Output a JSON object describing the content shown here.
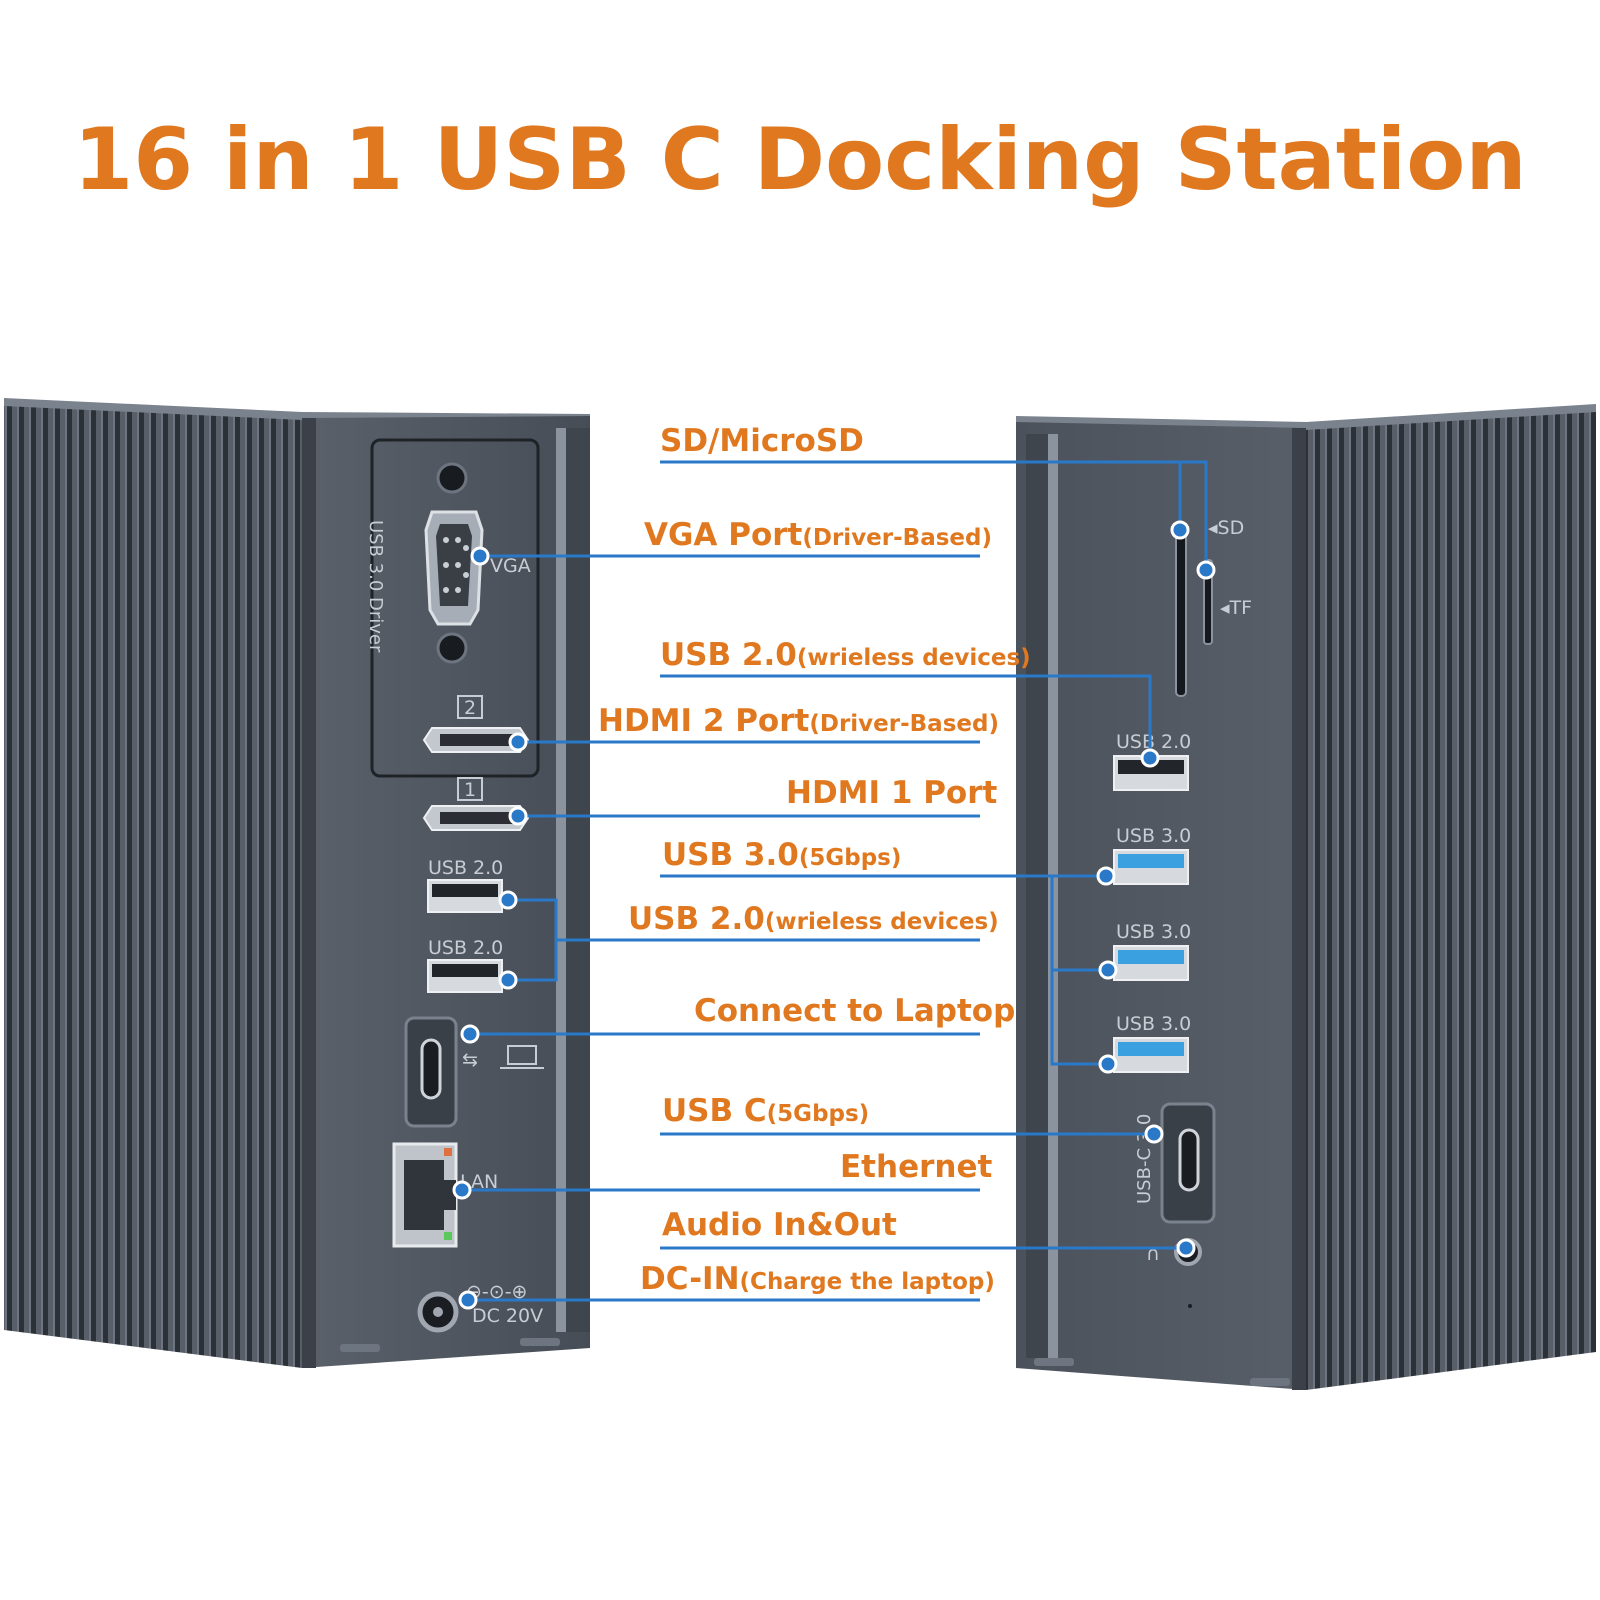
{
  "title": "16 in 1 USB C Docking Station",
  "colors": {
    "accent": "#e0781f",
    "leader": "#2a78c8",
    "body": "#4a5058",
    "usb3": "#3aa0e0"
  },
  "labels": {
    "sd": {
      "main": "SD/MicroSD",
      "sub": ""
    },
    "vga": {
      "main": "VGA Port",
      "sub": "(Driver-Based)"
    },
    "usb20_r": {
      "main": "USB 2.0",
      "sub": "(wrieless devices)"
    },
    "hdmi2": {
      "main": "HDMI 2 Port",
      "sub": "(Driver-Based)"
    },
    "hdmi1": {
      "main": "HDMI 1 Port",
      "sub": ""
    },
    "usb30": {
      "main": "USB 3.0",
      "sub": "(5Gbps)"
    },
    "usb20_l": {
      "main": "USB 2.0",
      "sub": "(wrieless devices)"
    },
    "laptop": {
      "main": "Connect to Laptop",
      "sub": ""
    },
    "usbc": {
      "main": "USB C",
      "sub": "(5Gbps)"
    },
    "ethernet": {
      "main": "Ethernet",
      "sub": ""
    },
    "audio": {
      "main": "Audio In&Out",
      "sub": ""
    },
    "dcin": {
      "main": "DC-IN",
      "sub": "(Charge the laptop)"
    }
  },
  "device_marks": {
    "driver_box": "USB 3.0 Driver",
    "vga": "VGA",
    "hdmi2_num": "2",
    "hdmi1_num": "1",
    "left_usb20_a": "USB 2.0",
    "left_usb20_b": "USB 2.0",
    "lan": "LAN",
    "dc": "DC 20V",
    "sd": "◂SD",
    "tf": "◂TF",
    "right_usb20": "USB 2.0",
    "right_usb30_a": "USB 3.0",
    "right_usb30_b": "USB 3.0",
    "right_usb30_c": "USB 3.0",
    "usbc": "USB-C 3.0"
  }
}
